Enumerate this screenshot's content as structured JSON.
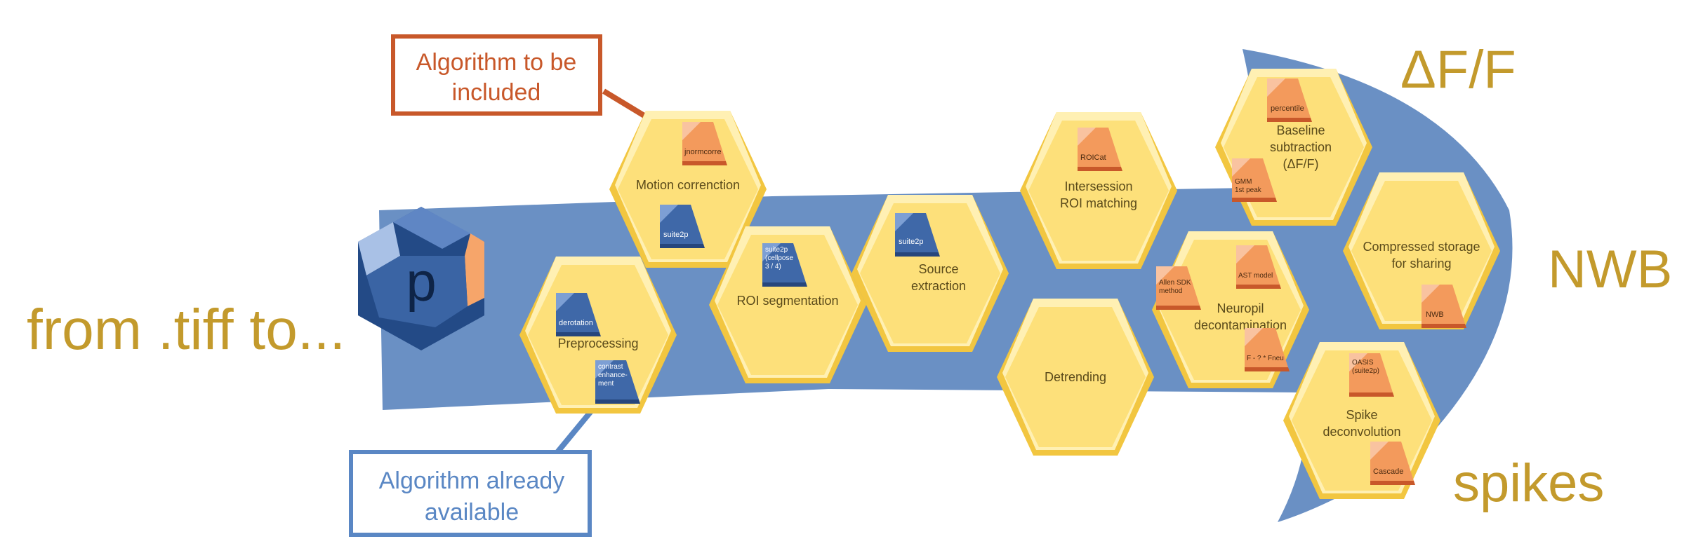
{
  "colors": {
    "band": "#6a90c4",
    "hex_fill": "#fde07a",
    "hex_light": "#fff0b3",
    "hex_shadow": "#f2c640",
    "gold_text": "#c39a2c",
    "orange_tag": "#f39a5c",
    "orange_border": "#c8582a",
    "blue_tag": "#3f68a8",
    "blue_border": "#5a87c4",
    "logo_face": "#3a64a4"
  },
  "logo": {
    "letter": "p"
  },
  "headline_left": "from .tiff to...",
  "outputs": {
    "dff": "ΔF/F",
    "nwb": "NWB",
    "spikes": "spikes"
  },
  "legend": {
    "to_be_included_line1": "Algorithm to be",
    "to_be_included_line2": "included",
    "available_line1": "Algorithm already",
    "available_line2": "available"
  },
  "modules": {
    "preprocessing": {
      "title": "Preprocessing",
      "tag_derotation": "derotation",
      "tag_contrast_1": "contrast",
      "tag_contrast_2": "enhance-",
      "tag_contrast_3": "ment"
    },
    "motion": {
      "title": "Motion correnction",
      "tag_jnormcorre": "jnormcorre",
      "tag_suite2p": "suite2p"
    },
    "roi": {
      "title": "ROI segmentation",
      "tag_1": "suite2p",
      "tag_2": "(cellpose",
      "tag_3": "3 / 4)"
    },
    "source": {
      "title_1": "Source",
      "title_2": "extraction",
      "tag_suite2p": "suite2p"
    },
    "intersession": {
      "title_1": "Intersession",
      "title_2": "ROI matching",
      "tag_roicat": "ROICat"
    },
    "detrending": {
      "title": "Detrending"
    },
    "baseline": {
      "title_1": "Baseline",
      "title_2": "subtraction",
      "title_3": "(ΔF/F)",
      "tag_percentile": "percentile",
      "tag_gmm_1": "GMM",
      "tag_gmm_2": "1st peak"
    },
    "neuropil": {
      "title_1": "Neuropil",
      "title_2": "decontamination",
      "tag_allen_1": "Allen SDK",
      "tag_allen_2": "method",
      "tag_ast": "AST model",
      "tag_fneu": "F - ? * Fneu"
    },
    "compressed": {
      "title_1": "Compressed storage",
      "title_2": "for sharing",
      "tag_nwb": "NWB"
    },
    "spike": {
      "title_1": "Spike",
      "title_2": "deconvolution",
      "tag_oasis_1": "OASIS",
      "tag_oasis_2": "(suite2p)",
      "tag_cascade": "Cascade"
    }
  }
}
